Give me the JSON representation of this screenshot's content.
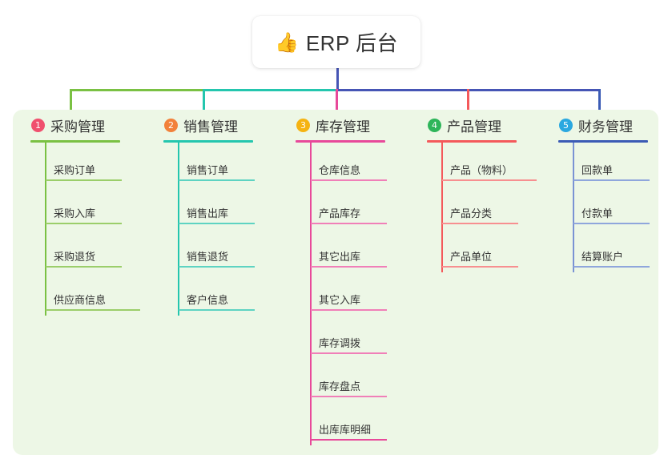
{
  "diagram": {
    "root": {
      "icon": "thumbs-up-icon",
      "icon_glyph": "👍",
      "title": "ERP 后台"
    },
    "panel_background": "#edf7e6",
    "columns": [
      {
        "index": "1",
        "badge_color": "#f0506e",
        "line_color": "#7ac143",
        "title": "采购管理",
        "items": [
          "采购订单",
          "采购入库",
          "采购退货",
          "供应商信息"
        ]
      },
      {
        "index": "2",
        "badge_color": "#f2813a",
        "line_color": "#24c6ae",
        "title": "销售管理",
        "items": [
          "销售订单",
          "销售出库",
          "销售退货",
          "客户信息"
        ]
      },
      {
        "index": "3",
        "badge_color": "#f5b312",
        "line_color": "#e8499a",
        "title": "库存管理",
        "items": [
          "仓库信息",
          "产品库存",
          "其它出库",
          "其它入库",
          "库存调拨",
          "库存盘点",
          "出库库明细"
        ]
      },
      {
        "index": "4",
        "badge_color": "#2eb55a",
        "line_color": "#f4595b",
        "title": "产品管理",
        "items": [
          "产品（物料）",
          "产品分类",
          "产品单位"
        ]
      },
      {
        "index": "5",
        "badge_color": "#2aa8e0",
        "line_color": "#3b5bb5",
        "title": "财务管理",
        "items": [
          "回款单",
          "付款单",
          "结算账户"
        ]
      }
    ],
    "connector_colors": {
      "root_stem": "#4655b5",
      "bar_left": "#7ac143",
      "bar_mid": "#24c6ae",
      "bar_right": "#4655b5",
      "drop_1": "#7ac143",
      "drop_2": "#24c6ae",
      "drop_3": "#e8499a",
      "drop_4": "#f4595b",
      "drop_5": "#3b5bb5"
    }
  }
}
